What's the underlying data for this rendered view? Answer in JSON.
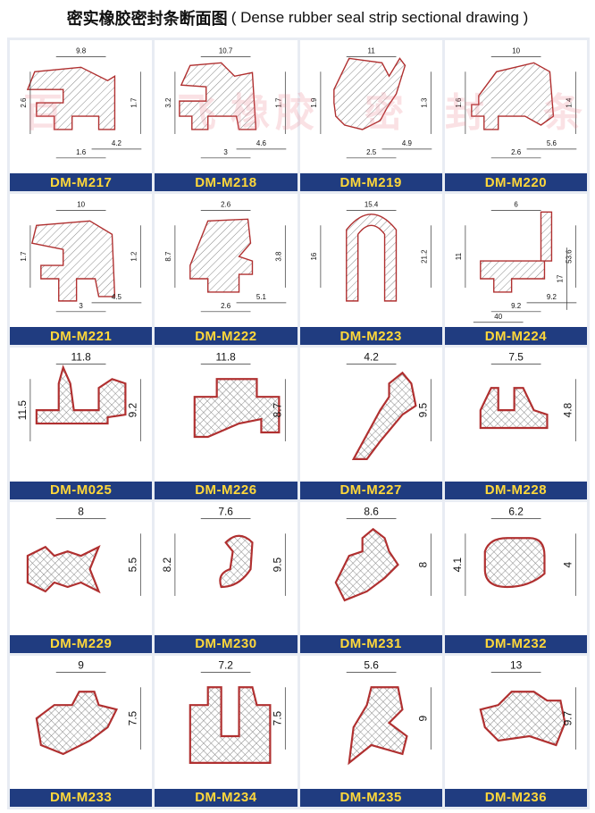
{
  "header": {
    "title_cn": "密实橡胶密封条断面图",
    "title_en": "( Dense rubber seal strip sectional drawing )"
  },
  "watermark": {
    "chars": [
      "百",
      "飞",
      "橡",
      "胶",
      "密",
      "封",
      "条"
    ]
  },
  "colors": {
    "label_bg": "#203c80",
    "label_text": "#ffd83a",
    "profile": "#b03030"
  },
  "cells": [
    {
      "code": "DM-M217",
      "dims": [
        "9.8",
        "1.7",
        "2.6",
        "1.6",
        "4.2"
      ]
    },
    {
      "code": "DM-M218",
      "dims": [
        "10.7",
        "1.7",
        "3.2",
        "3",
        "4.6"
      ]
    },
    {
      "code": "DM-M219",
      "dims": [
        "11",
        "1.3",
        "1.9",
        "2.5",
        "4.9"
      ]
    },
    {
      "code": "DM-M220",
      "dims": [
        "10",
        "1.4",
        "1.6",
        "2.6",
        "5.6"
      ]
    },
    {
      "code": "DM-M221",
      "dims": [
        "10",
        "1.2",
        "1.7",
        "3",
        "4.5"
      ]
    },
    {
      "code": "DM-M222",
      "dims": [
        "2.6",
        "3.8",
        "8.7",
        "2.6",
        "5.1"
      ]
    },
    {
      "code": "DM-M223",
      "dims": [
        "15.4",
        "21.2",
        "16"
      ]
    },
    {
      "code": "DM-M224",
      "dims": [
        "6",
        "53.6",
        "11",
        "9.2",
        "9.2",
        "17",
        "40"
      ]
    },
    {
      "code": "DM-M025",
      "dims": [
        "11.8",
        "9.2",
        "11.5"
      ]
    },
    {
      "code": "DM-M226",
      "dims": [
        "11.8",
        "8.7"
      ]
    },
    {
      "code": "DM-M227",
      "dims": [
        "4.2",
        "9.5"
      ]
    },
    {
      "code": "DM-M228",
      "dims": [
        "7.5",
        "4.8"
      ]
    },
    {
      "code": "DM-M229",
      "dims": [
        "8",
        "5.5"
      ]
    },
    {
      "code": "DM-M230",
      "dims": [
        "7.6",
        "9.5",
        "8.2"
      ]
    },
    {
      "code": "DM-M231",
      "dims": [
        "8.6",
        "8"
      ]
    },
    {
      "code": "DM-M232",
      "dims": [
        "6.2",
        "4",
        "4.1"
      ]
    },
    {
      "code": "DM-M233",
      "dims": [
        "9",
        "7.5"
      ]
    },
    {
      "code": "DM-M234",
      "dims": [
        "7.2",
        "7.5"
      ]
    },
    {
      "code": "DM-M235",
      "dims": [
        "5.6",
        "9"
      ]
    },
    {
      "code": "DM-M236",
      "dims": [
        "13",
        "9.7"
      ]
    }
  ]
}
